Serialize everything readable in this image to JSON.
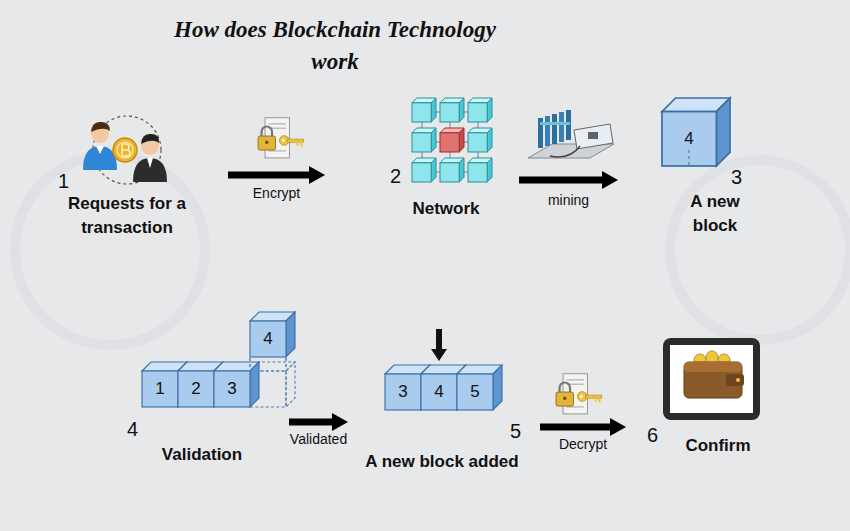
{
  "diagram": {
    "title": "How does Blockchain Technology work",
    "nodes": [
      {
        "text": [
          "1",
          "Requests for a transaction"
        ]
      },
      {
        "text": [
          "2",
          "Network"
        ]
      },
      {
        "text": [
          "3",
          "A new block"
        ]
      },
      {
        "text": [
          "4",
          "Validation"
        ]
      },
      {
        "text": [
          "5",
          "A new block added"
        ]
      },
      {
        "text": [
          "6",
          "Confirm"
        ]
      }
    ],
    "edges": [
      {
        "from": 0,
        "to": 1,
        "arrow": "to",
        "label": "Encrypt"
      },
      {
        "from": 1,
        "to": 2,
        "arrow": "to",
        "label": "mining"
      },
      {
        "from": 3,
        "to": 4,
        "arrow": "to",
        "label": "Validated"
      },
      {
        "from": 4,
        "to": 5,
        "arrow": "to",
        "label": "Decrypt"
      }
    ],
    "labels": [
      "4",
      "1",
      "2",
      "3",
      "4",
      "3",
      "4",
      "5"
    ]
  }
}
